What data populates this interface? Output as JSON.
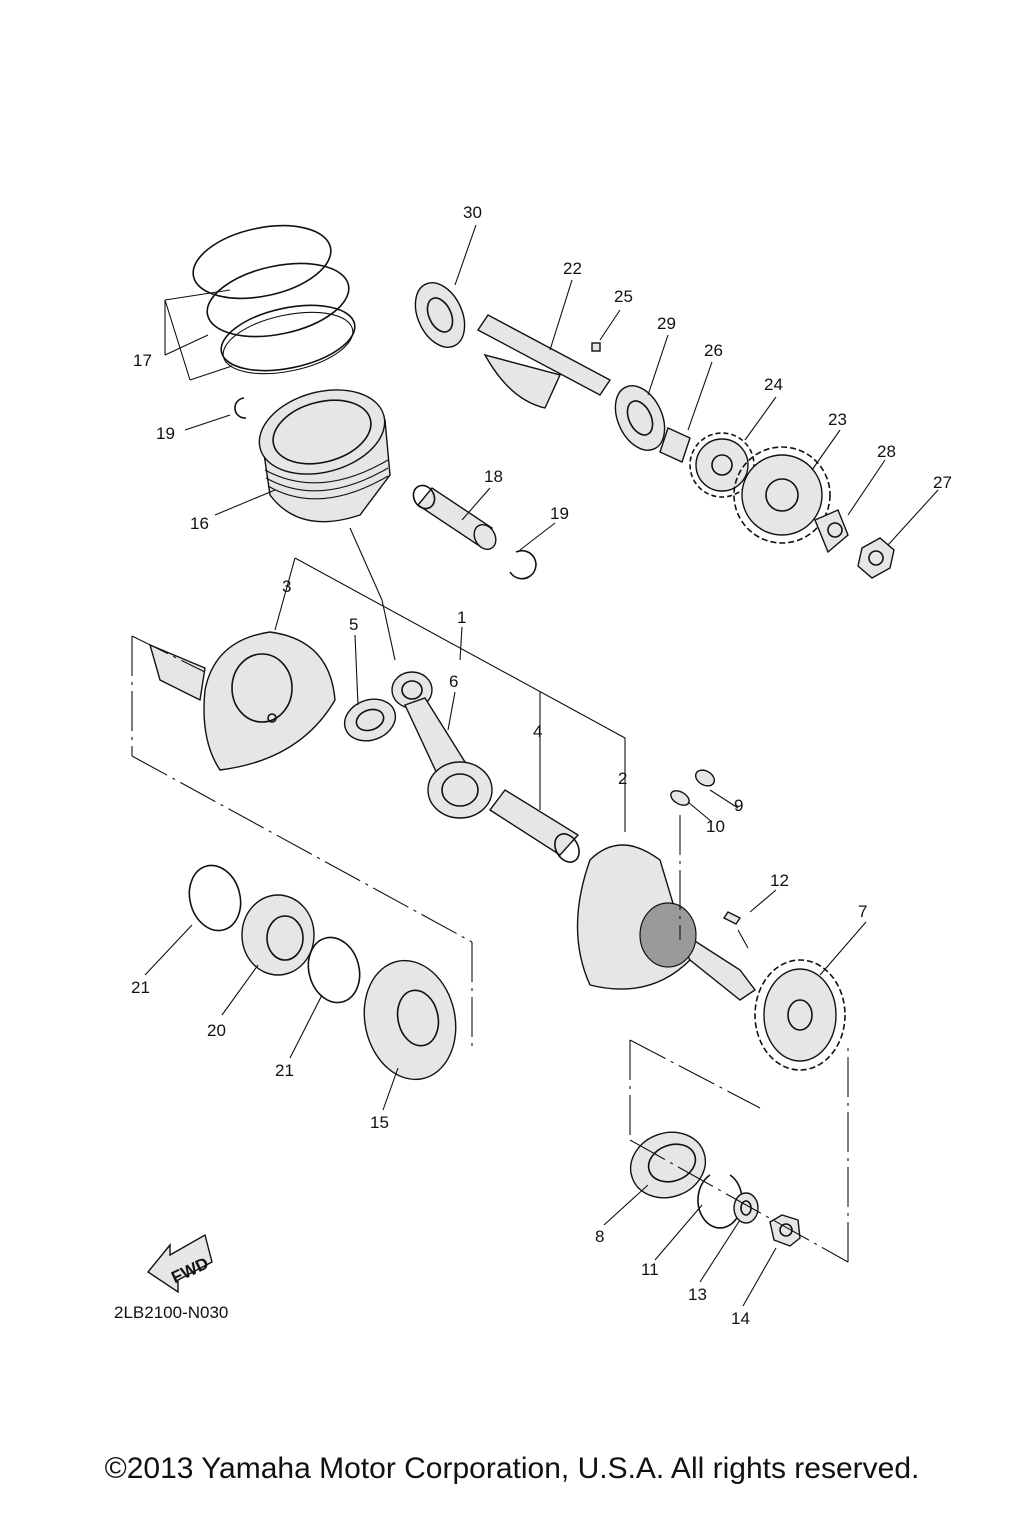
{
  "diagram_code": "2LB2100-N030",
  "fwd_label": "FWD",
  "copyright": "©2013 Yamaha Motor Corporation, U.S.A. All rights reserved.",
  "callouts": [
    "1",
    "2",
    "3",
    "4",
    "5",
    "6",
    "7",
    "8",
    "9",
    "10",
    "11",
    "12",
    "13",
    "14",
    "15",
    "16",
    "17",
    "18",
    "19",
    "19",
    "20",
    "21",
    "21",
    "22",
    "23",
    "24",
    "25",
    "26",
    "27",
    "28",
    "29",
    "30"
  ]
}
